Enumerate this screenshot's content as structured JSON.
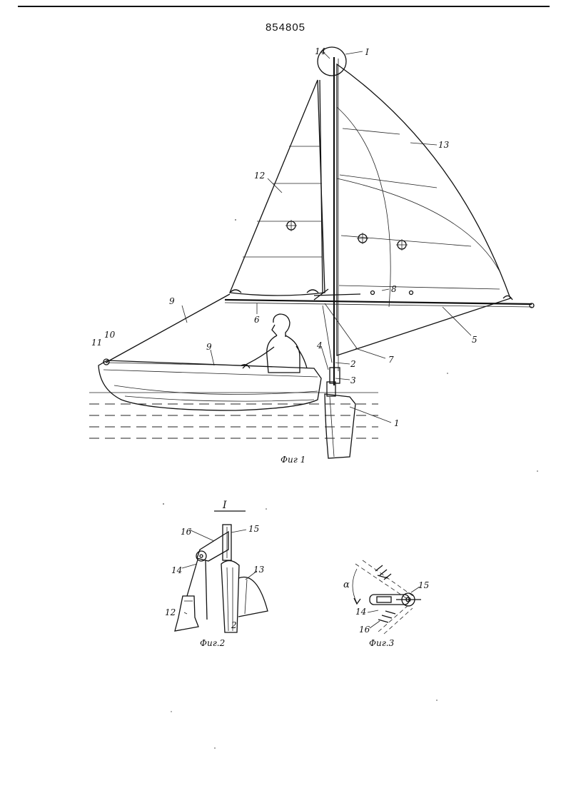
{
  "patent_number": "854805",
  "figures": {
    "fig1": {
      "caption": "Фиг 1",
      "labels": {
        "l1": "1",
        "l2": "2",
        "l3": "3",
        "l4": "4",
        "l5": "5",
        "l6": "6",
        "l7": "7",
        "l8": "8",
        "l9a": "9",
        "l9b": "9",
        "l10": "10",
        "l11": "11",
        "l12": "12",
        "l13": "13",
        "l14": "14",
        "lI": "I"
      }
    },
    "fig2": {
      "caption": "Фиг.2",
      "title": "I",
      "labels": {
        "l16": "16",
        "l15": "15",
        "l14": "14",
        "l13": "13",
        "l12": "12",
        "l2": "2"
      }
    },
    "fig3": {
      "caption": "Фиг.3",
      "labels": {
        "alpha": "α",
        "l15": "15",
        "l14": "14",
        "l16": "16"
      }
    }
  }
}
